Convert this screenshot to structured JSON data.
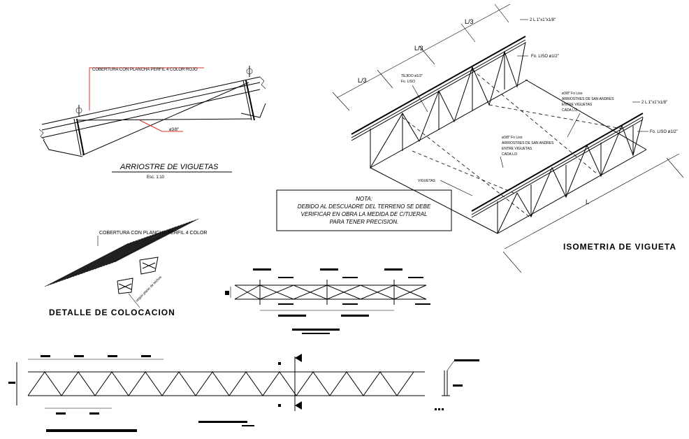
{
  "arriostre": {
    "label_cobertura": "COBERTURA CON PLANCHA PERFIL 4 COLOR ROJO",
    "label_rod": "ø3/8\"",
    "title": "ARRIOSTRE  DE  VIGUETAS",
    "scale": "Esc. 1:10"
  },
  "isometria": {
    "dim_top_1": "L/3",
    "dim_top_2": "L/3",
    "dim_top_3": "L/3",
    "dim_bottom": "L",
    "label_angle_top": "2 L 1\"x1\"x1/8\"",
    "label_fo_liso_top": "Fo. LISO ø1/2\"",
    "label_tejido_1": "TEJIDO ø1/2\"",
    "label_tejido_2": "Fo. LISO",
    "label_brace_a_1": "ø3/8\" Fo Liso",
    "label_brace_a_2": "ARRIOSTRES DE SAN ANDRES",
    "label_brace_a_3": "ENTRE VIGUETAS",
    "label_brace_a_4": "CADA L/3",
    "label_angle_right": "2 L 1\"x1\"x1/8\"",
    "label_fo_liso_right": "Fo. LISO ø1/2\"",
    "label_brace_b_1": "ø3/8\" Fo Liso",
    "label_brace_b_2": "ARRIOSTRES DE SAN ANDRES",
    "label_brace_b_3": "ENTRE VIGUETAS",
    "label_brace_b_4": "CADA L/3",
    "label_viguetas": "VIGUETAS",
    "title": "ISOMETRIA DE VIGUETA"
  },
  "nota": {
    "heading": "NOTA:",
    "line1": "DEBIDO AL DESCUADRE DEL TERRENO SE DEBE",
    "line2": "VERIFICAR EN OBRA LA MEDIDA DE C/TIJERAL",
    "line3": "PARA TENER PRECISION."
  },
  "detalle": {
    "label_cobertura": "COBERTURA CON PLANCHA PERFIL 4 COLOR",
    "label_side": "según plano de techos",
    "title": "DETALLE DE COLOCACION"
  }
}
